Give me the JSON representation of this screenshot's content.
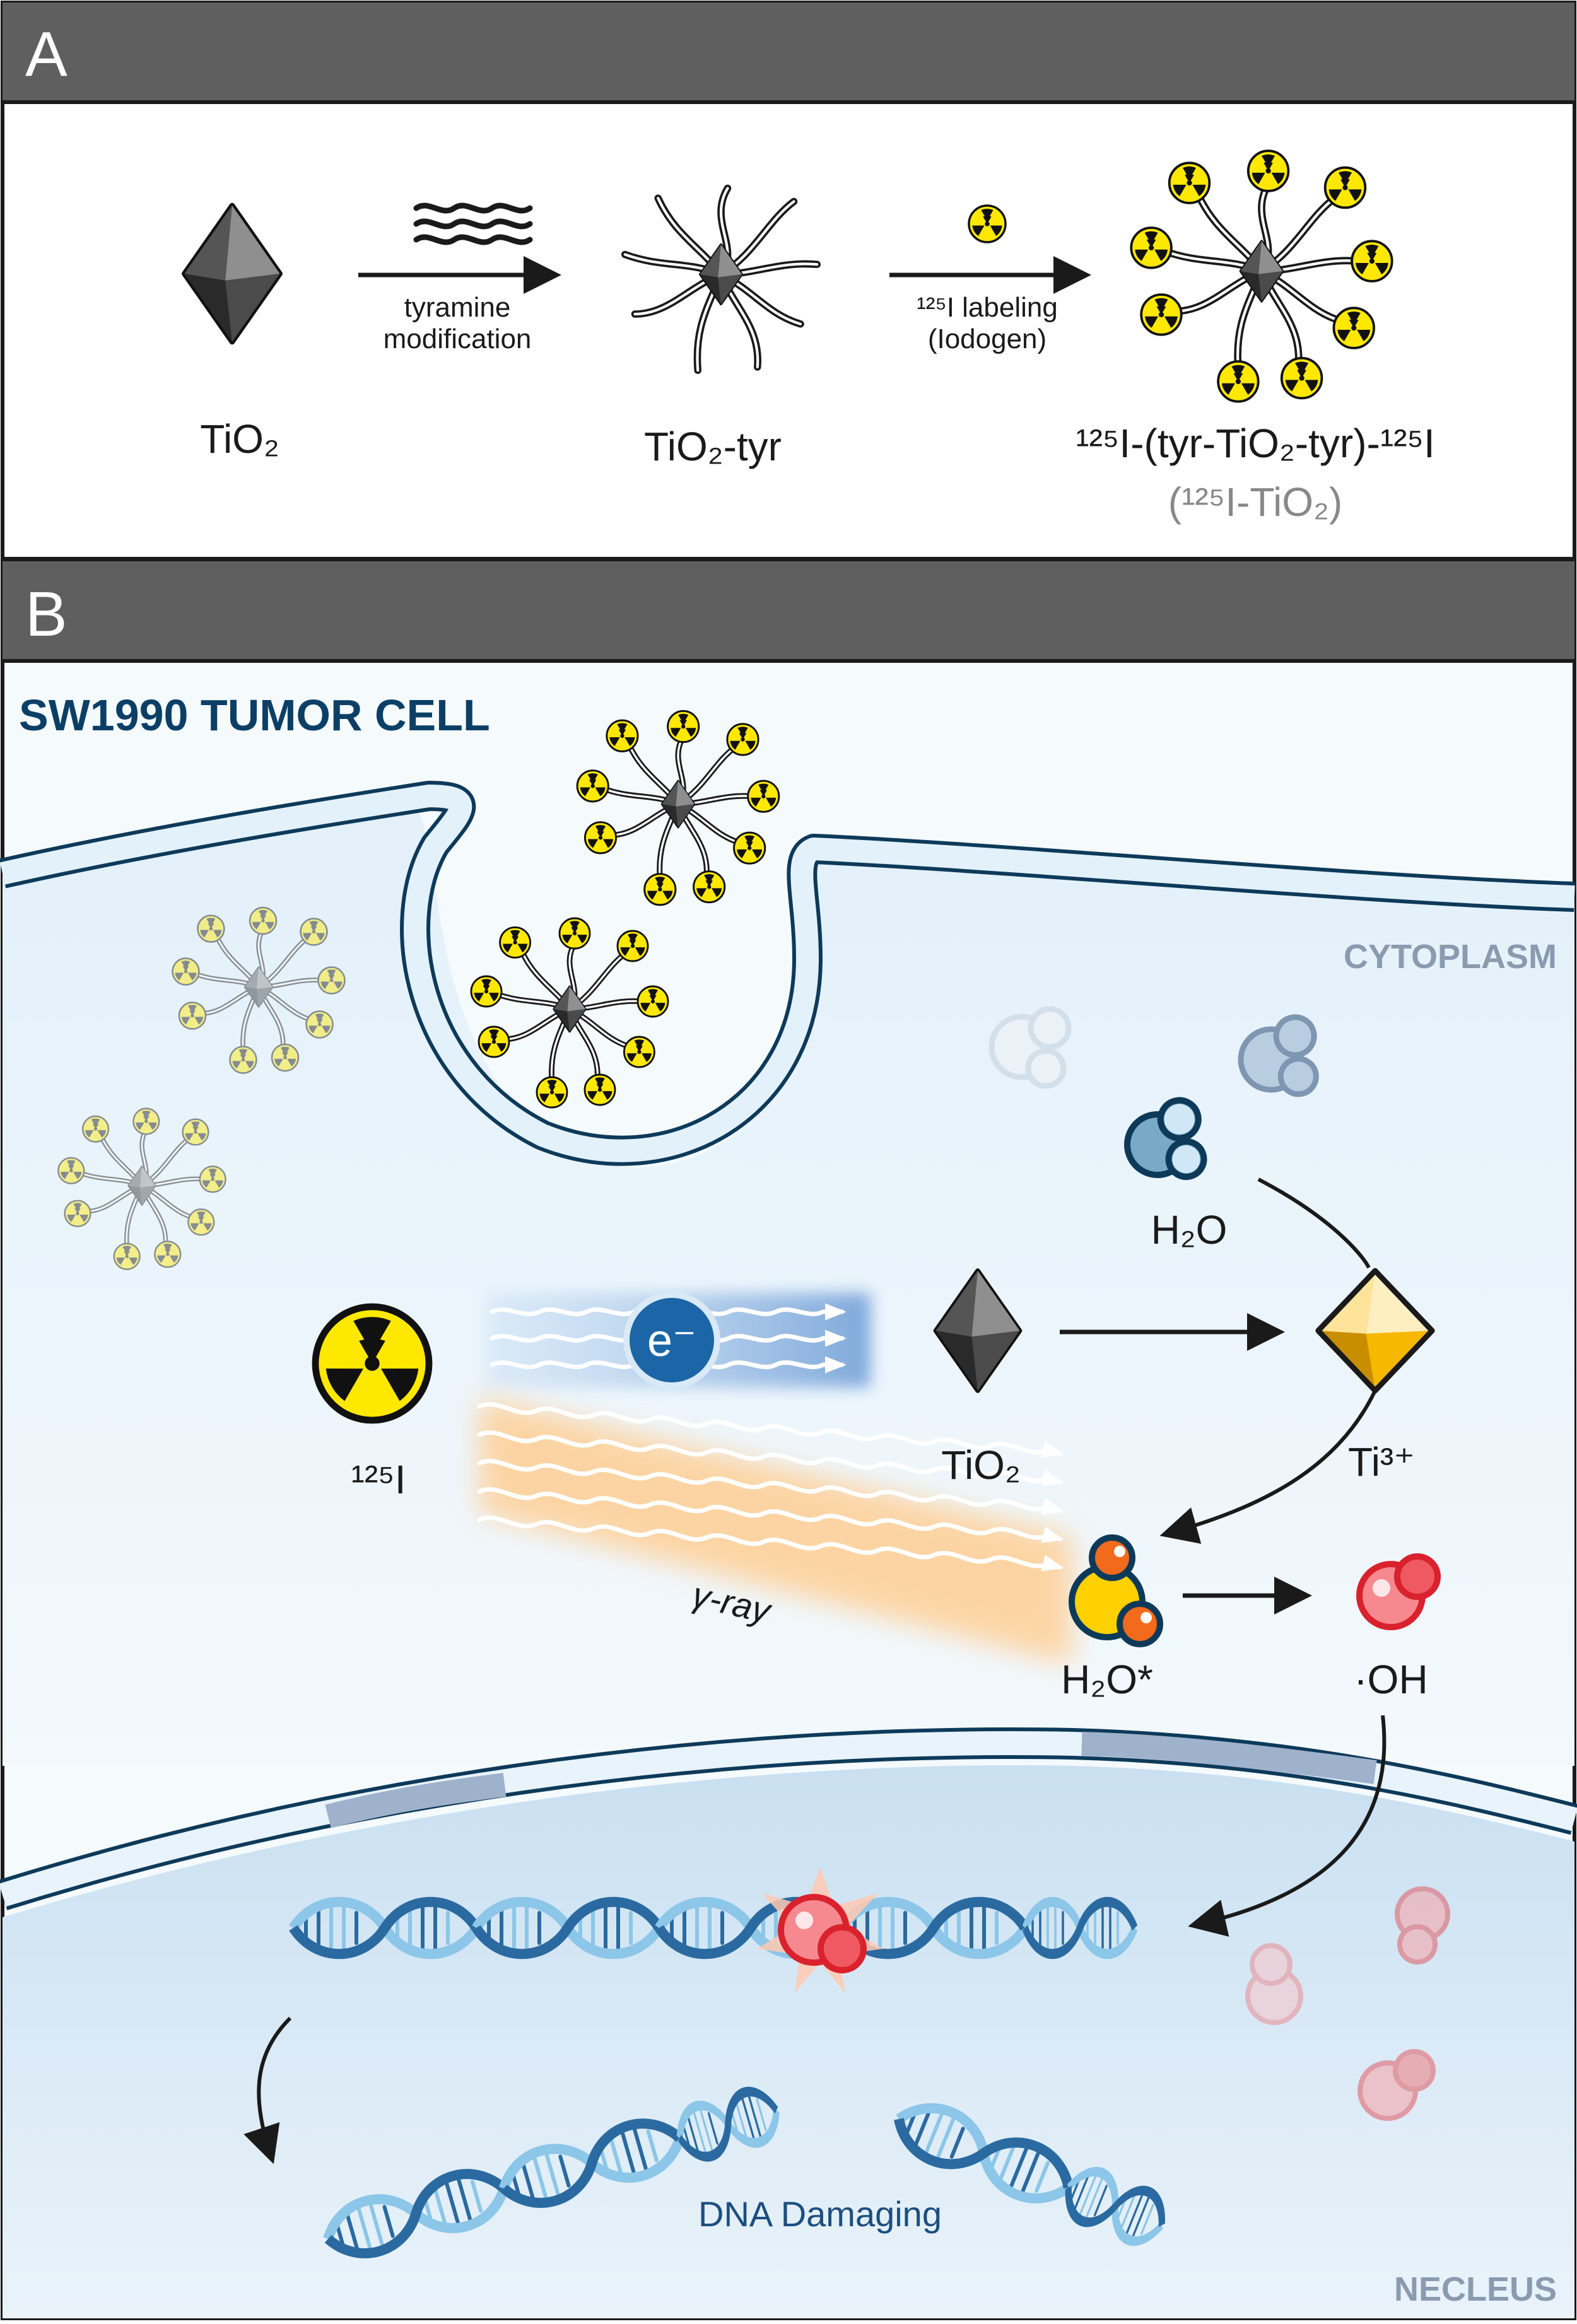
{
  "panel_a": {
    "label": "A",
    "tio2": "TiO₂",
    "step1_line1": "tyramine",
    "step1_line2": "modification",
    "tio2_tyr": "TiO₂-tyr",
    "step2_line1": "¹²⁵I labeling",
    "step2_line2": "(Iodogen)",
    "product": "¹²⁵I-(tyr-TiO₂-tyr)-¹²⁵I",
    "product_alias": "(¹²⁵I-TiO₂)"
  },
  "panel_b": {
    "label": "B",
    "cell_title": "SW1990 TUMOR CELL",
    "cytoplasm": "CYTOPLASM",
    "nucleus": "NECLEUS",
    "iodine": "¹²⁵I",
    "electron": "e⁻",
    "gamma": "γ-ray",
    "tio2": "TiO₂",
    "ti3": "Ti³⁺",
    "h2o": "H₂O",
    "h2o_excited": "H₂O*",
    "hydroxyl": "·OH",
    "dna_damage": "DNA Damaging"
  },
  "colors": {
    "header_bar": "#5f5f5f",
    "cell_title": "#0c3f66",
    "compartment_label": "#8a9bb0",
    "membrane_fill": "#e3f1fb",
    "membrane_stroke": "#0e3a5a",
    "cytoplasm": "#eaf4fc",
    "nucleus": "#d5e8f5",
    "electron": "#1c66a8",
    "radiation_yellow": "#ffe800",
    "ti3_gold": "#f6b800",
    "hydroxyl_red": "#e8505a",
    "dna_dark": "#2a6aa0",
    "dna_light": "#8cc6e8"
  },
  "icons": [
    "tio2-octahedron-icon",
    "tyramine-wavy-icon",
    "radioactive-icon",
    "water-molecule-icon",
    "dna-helix-icon",
    "labeled-nanoparticle-icon"
  ]
}
